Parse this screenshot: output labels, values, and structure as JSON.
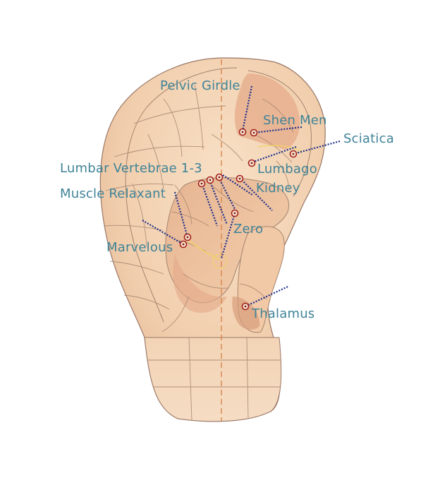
{
  "labels": {
    "pelvic_girdle": "Pelvic Girdle",
    "shen_men": "Shen Men",
    "sciatica": "Sciatica",
    "lumbar_vertebrae": "Lumbar Vertebrae 1-3",
    "lumbago": "Lumbago",
    "kidney": "Kidney",
    "muscle_relaxant": "Muscle Relaxant",
    "zero": "Zero",
    "marvelous": "Marvelous",
    "thalamus": "Thalamus"
  },
  "colors": {
    "label_text": "#3f8398",
    "leader_line": "#1d2f8c",
    "point_ring": "#a0201a",
    "skin_light": "#f7dcc1",
    "skin_mid": "#ecc09b",
    "skin_dark": "#d99b78",
    "grid_line": "#9e7f6c",
    "midline": "#d9854e"
  }
}
